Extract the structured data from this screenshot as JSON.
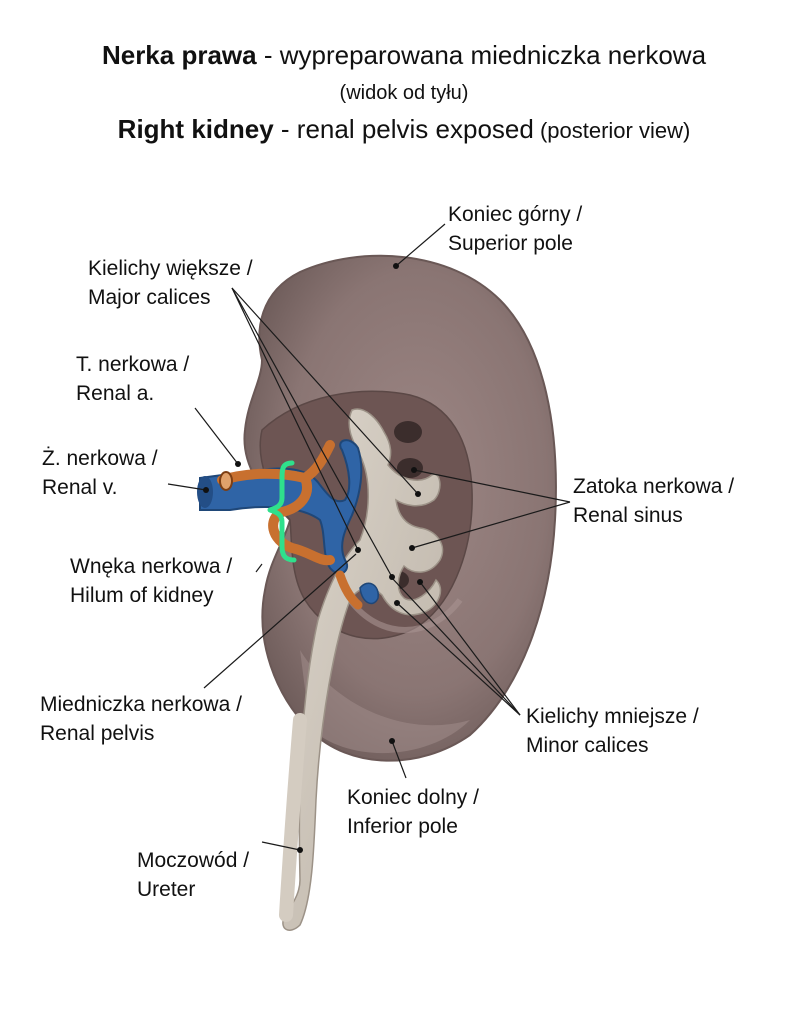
{
  "title": {
    "line1_bold": "Nerka prawa",
    "line1_rest": " - wypreparowana miedniczka nerkowa",
    "line2": "(widok od tyłu)",
    "line3_bold": "Right kidney",
    "line3_rest": " - renal pelvis exposed",
    "line3_small": " (posterior view)"
  },
  "labels": {
    "superior_pole": {
      "pl": "Koniec górny /",
      "en": "Superior pole"
    },
    "major_calices": {
      "pl": "Kielichy większe /",
      "en": "Major calices"
    },
    "renal_artery": {
      "pl": "T. nerkowa /",
      "en": "Renal a."
    },
    "renal_vein": {
      "pl": "Ż. nerkowa /",
      "en": "Renal v."
    },
    "renal_sinus": {
      "pl": "Zatoka nerkowa /",
      "en": "Renal sinus"
    },
    "hilum": {
      "pl": "Wnęka nerkowa /",
      "en": "Hilum of kidney"
    },
    "renal_pelvis": {
      "pl": "Miedniczka nerkowa /",
      "en": "Renal pelvis"
    },
    "minor_calices": {
      "pl": "Kielichy mniejsze /",
      "en": "Minor calices"
    },
    "inferior_pole": {
      "pl": "Koniec dolny /",
      "en": "Inferior pole"
    },
    "ureter": {
      "pl": "Moczowód /",
      "en": "Ureter"
    }
  },
  "colors": {
    "kidney": "#8f7a78",
    "pelvis": "#cfc7bd",
    "artery": "#c8702f",
    "vein": "#2f64a6",
    "hilum_bracket": "#2fe08c",
    "leader": "#1a1a1a"
  }
}
